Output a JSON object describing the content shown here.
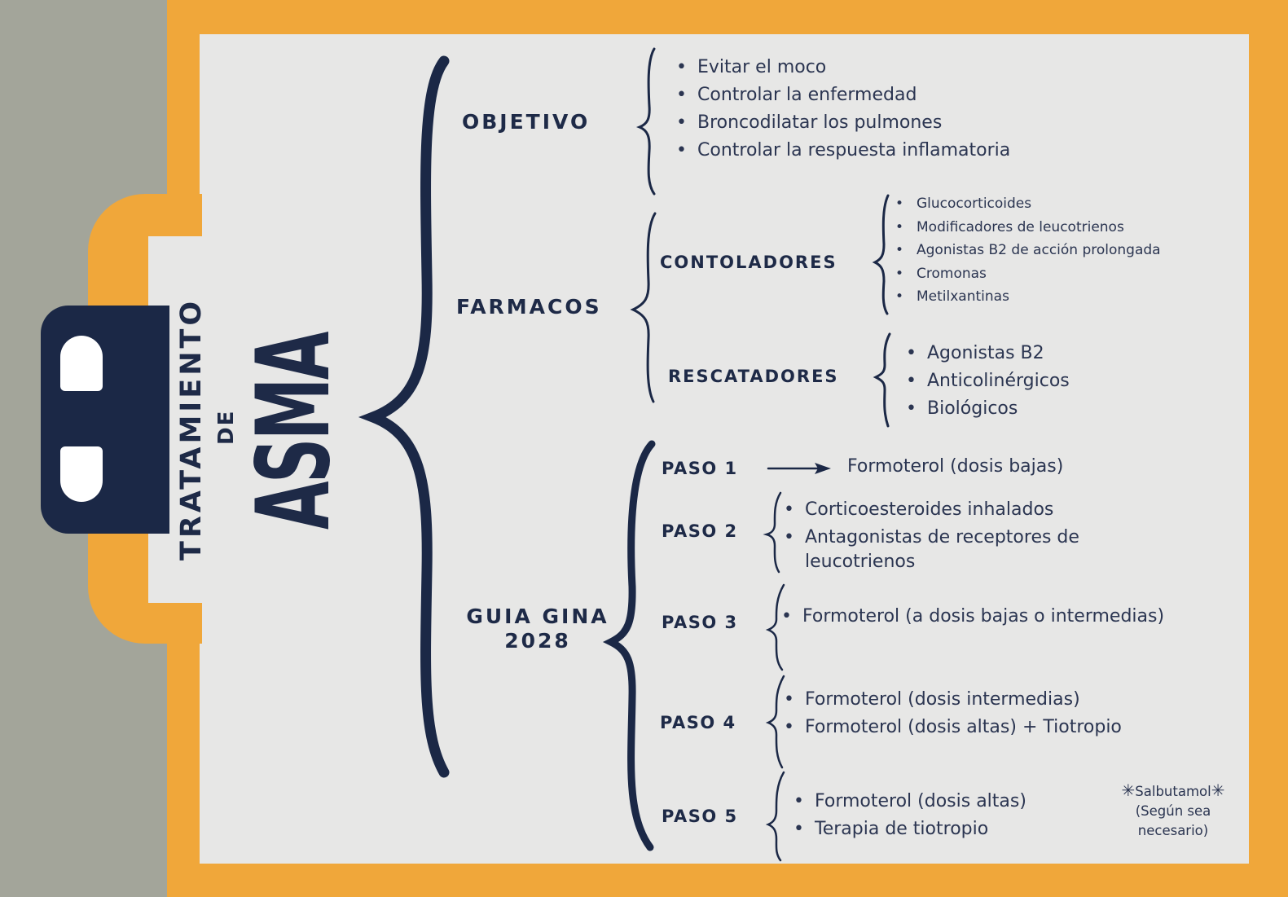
{
  "title": {
    "line1": "TRATAMIENTO",
    "line2": "DE",
    "line3": "ASMA"
  },
  "objetivo": {
    "label": "OBJETIVO",
    "items": [
      "Evitar el moco",
      "Controlar la enfermedad",
      "Broncodilatar los pulmones",
      "Controlar la respuesta inflamatoria"
    ]
  },
  "farmacos": {
    "label": "FARMACOS",
    "controladores": {
      "label": "CONTOLADORES",
      "items": [
        "Glucocorticoides",
        "Modificadores de leucotrienos",
        "Agonistas B2 de acción prolongada",
        "Cromonas",
        "Metilxantinas"
      ]
    },
    "rescatadores": {
      "label": "RESCATADORES",
      "items": [
        "Agonistas B2",
        "Anticolinérgicos",
        "Biológicos"
      ]
    }
  },
  "gina": {
    "label_line1": "GUIA GINA",
    "label_line2": "2028",
    "steps": [
      {
        "label": "PASO 1",
        "items": [
          "Formoterol  (dosis bajas)"
        ]
      },
      {
        "label": "PASO 2",
        "items": [
          "Corticoesteroides inhalados",
          "Antagonistas de receptores de",
          "leucotrienos"
        ]
      },
      {
        "label": "PASO 3",
        "items": [
          "Formoterol (a dosis bajas o intermedias)"
        ]
      },
      {
        "label": "PASO 4",
        "items": [
          "Formoterol (dosis intermedias)",
          "Formoterol (dosis altas) + Tiotropio"
        ]
      },
      {
        "label": "PASO 5",
        "items": [
          "Formoterol (dosis altas)",
          "Terapia de tiotropio"
        ]
      }
    ],
    "note": {
      "star": "✳",
      "line1": "Salbutamol",
      "line2": "(Según sea",
      "line3": "necesario)"
    }
  },
  "colors": {
    "navy": "#1b2846",
    "orange": "#f0a73a",
    "paper": "#e7e7e6",
    "gray": "#a3a59a"
  }
}
